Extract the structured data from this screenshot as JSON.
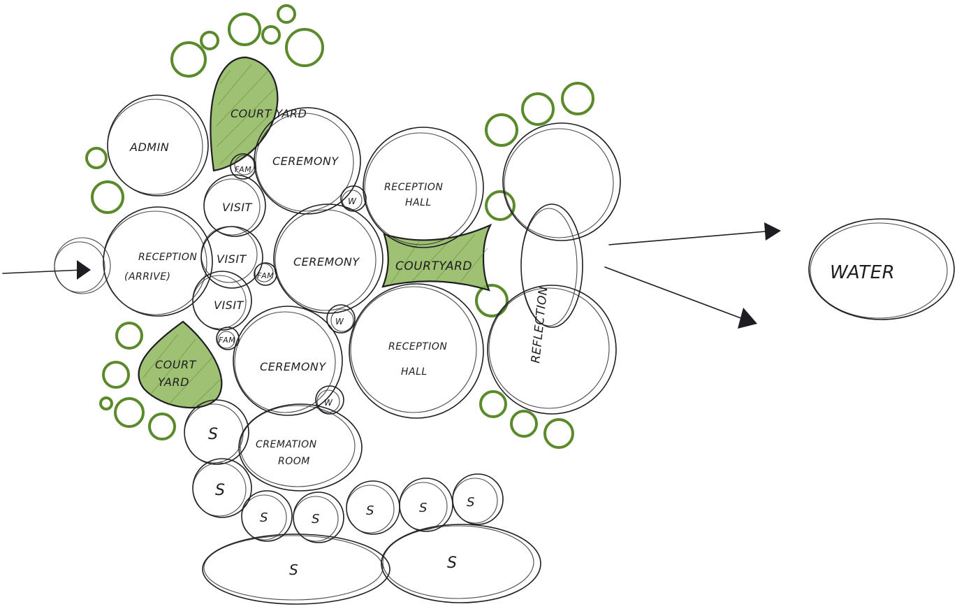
{
  "spaces": {
    "admin": "ADMIN",
    "court_yard_top": "COURT YARD",
    "ceremony_top": "CEREMONY",
    "fam_1": "FAM",
    "visit_1": "VISIT",
    "visit_2": "VISIT",
    "visit_3": "VISIT",
    "reception_arrive_1": "RECEPTION",
    "reception_arrive_2": "(ARRIVE)",
    "fam_2": "FAM",
    "ceremony_mid": "CEREMONY",
    "court_yard_center": "COURTYARD",
    "reception_hall_top_1": "RECEPTION",
    "reception_hall_top_2": "HALL",
    "reception_hall_bottom_1": "RECEPTION",
    "reception_hall_bottom_2": "HALL",
    "ceremony_bottom": "CEREMONY",
    "fam_3": "FAM",
    "court_yard_bottom_1": "COURT",
    "court_yard_bottom_2": "YARD",
    "cremation_room_1": "CREMATION",
    "cremation_room_2": "ROOM",
    "reflection": "REFLECTION",
    "water": "WATER",
    "restroom_small": "W",
    "storage": "S"
  }
}
